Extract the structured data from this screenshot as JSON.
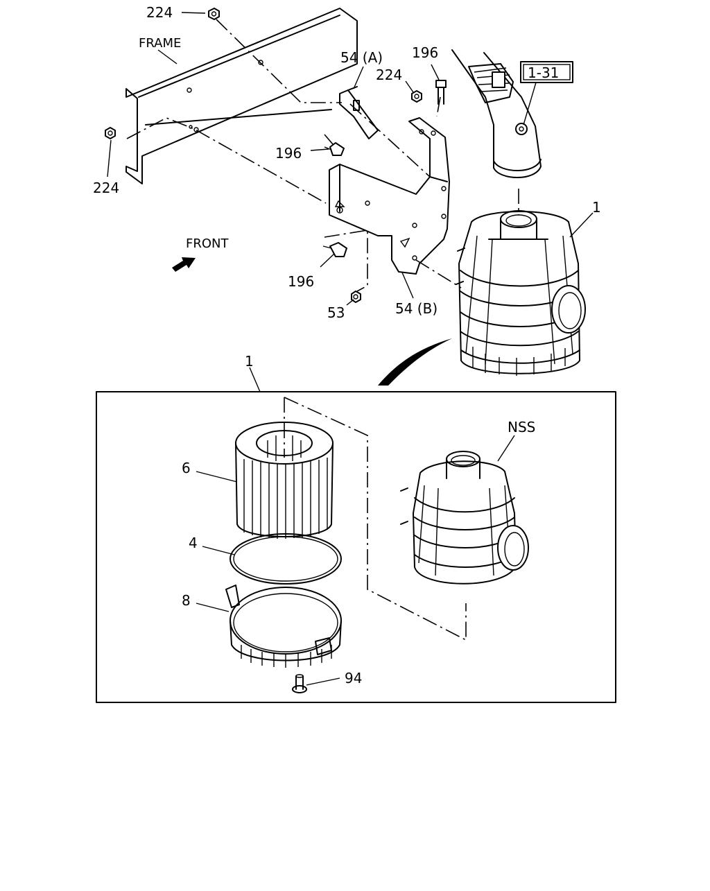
{
  "labels": {
    "frame": "FRAME",
    "front": "FRONT",
    "nss": "NSS",
    "ref_box": "1-31",
    "p224_top": "224",
    "p224_left": "224",
    "p224_mid": "224",
    "p196_top": "196",
    "p196_mid": "196",
    "p196_low": "196",
    "p54a": "54 (A)",
    "p54b": "54 (B)",
    "p53": "53",
    "p1_top": "1",
    "p1_box": "1",
    "p6": "6",
    "p4": "4",
    "p8": "8",
    "p94": "94"
  }
}
